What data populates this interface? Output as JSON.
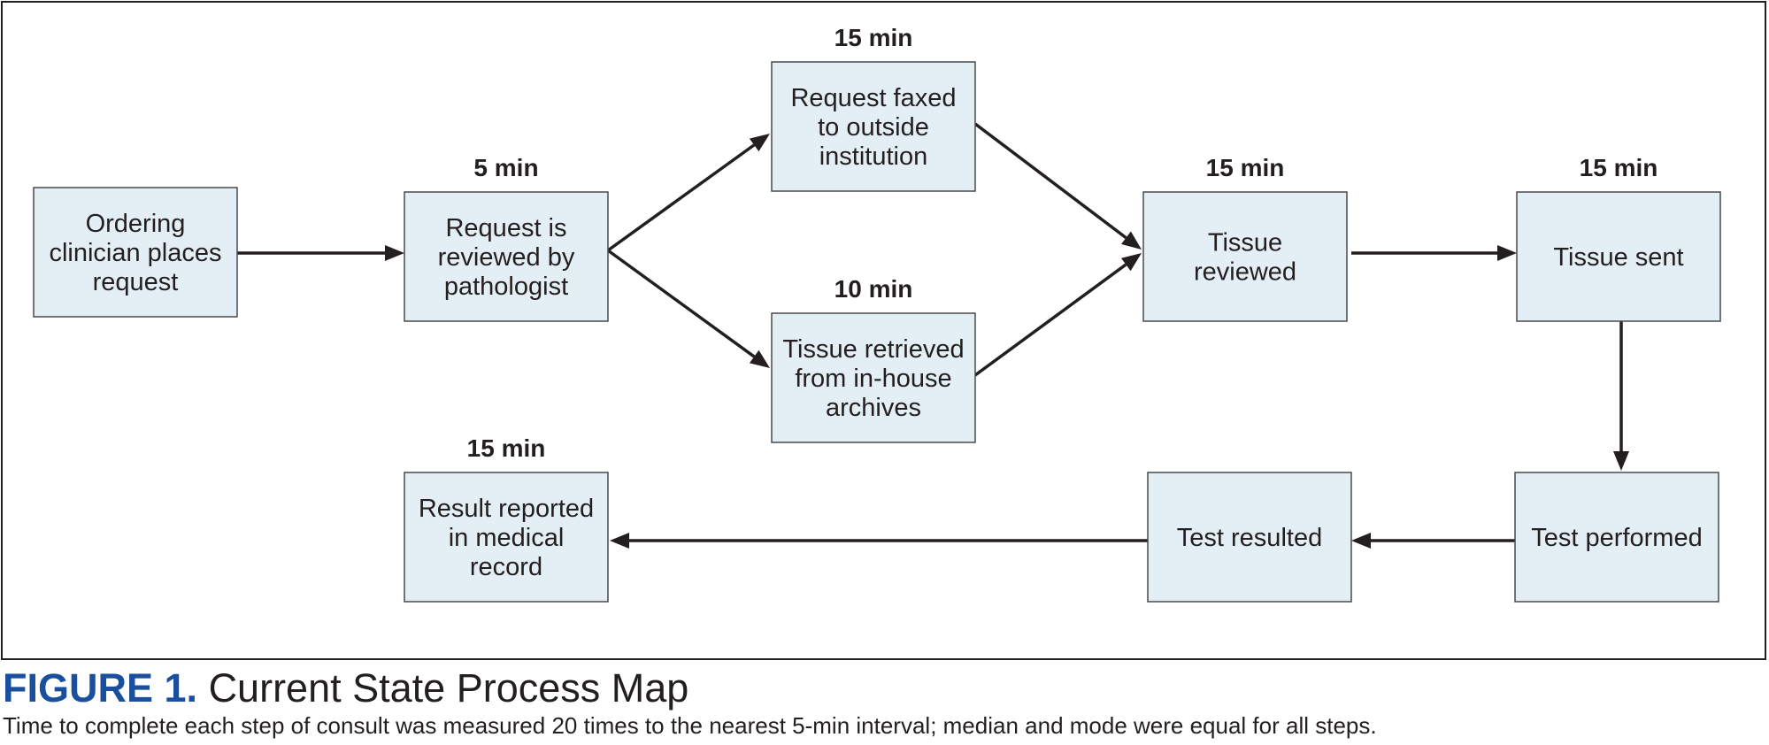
{
  "nodes": [
    {
      "id": "ordering",
      "lines": [
        "Ordering",
        "clinician places",
        "request"
      ],
      "time": ""
    },
    {
      "id": "reviewed-by-pathologist",
      "lines": [
        "Request is",
        "reviewed by",
        "pathologist"
      ],
      "time": "5 min"
    },
    {
      "id": "faxed",
      "lines": [
        "Request faxed",
        "to outside",
        "institution"
      ],
      "time": "15 min"
    },
    {
      "id": "retrieved",
      "lines": [
        "Tissue retrieved",
        "from in-house",
        "archives"
      ],
      "time": "10 min"
    },
    {
      "id": "tissue-reviewed",
      "lines": [
        "Tissue",
        "reviewed"
      ],
      "time": "15 min"
    },
    {
      "id": "tissue-sent",
      "lines": [
        "Tissue sent"
      ],
      "time": "15 min"
    },
    {
      "id": "test-performed",
      "lines": [
        "Test performed"
      ],
      "time": ""
    },
    {
      "id": "test-resulted",
      "lines": [
        "Test resulted"
      ],
      "time": ""
    },
    {
      "id": "result-reported",
      "lines": [
        "Result reported",
        "in medical",
        "record"
      ],
      "time": "15 min"
    }
  ],
  "edges": [
    {
      "from": "ordering",
      "to": "reviewed-by-pathologist"
    },
    {
      "from": "reviewed-by-pathologist",
      "to": "faxed"
    },
    {
      "from": "reviewed-by-pathologist",
      "to": "retrieved"
    },
    {
      "from": "faxed",
      "to": "tissue-reviewed"
    },
    {
      "from": "retrieved",
      "to": "tissue-reviewed"
    },
    {
      "from": "tissue-reviewed",
      "to": "tissue-sent"
    },
    {
      "from": "tissue-sent",
      "to": "test-performed"
    },
    {
      "from": "test-performed",
      "to": "test-resulted"
    },
    {
      "from": "test-resulted",
      "to": "result-reported"
    }
  ],
  "caption": {
    "label": "FIGURE 1.",
    "title": "Current State Process Map",
    "note": "Time to complete each step of consult was measured 20 times to the nearest 5-min interval; median and mode were equal for all steps."
  }
}
